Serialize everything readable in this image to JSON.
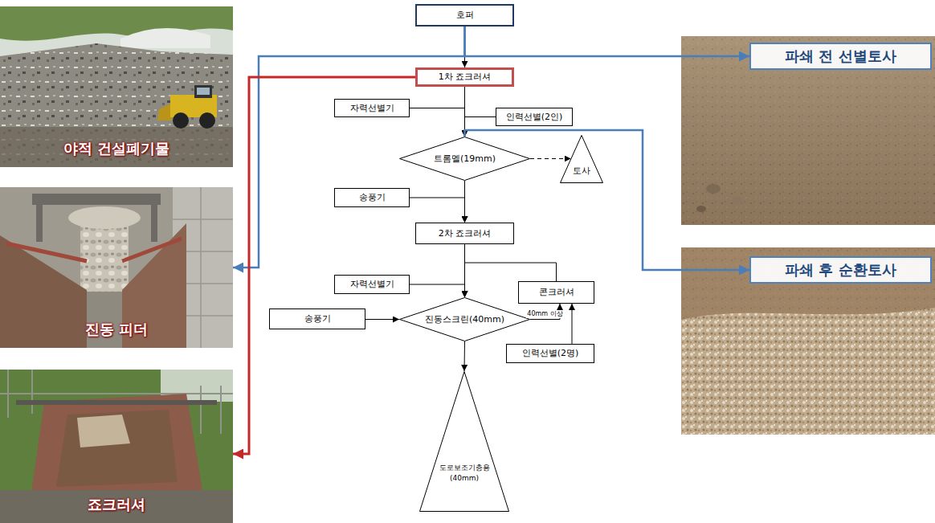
{
  "diagram": {
    "nodes": [
      {
        "text": [
          "야적 건설폐기물"
        ]
      },
      {
        "text": [
          "진동 피더"
        ]
      },
      {
        "text": [
          "죠크러셔"
        ]
      },
      {
        "text": [
          "호퍼"
        ]
      },
      {
        "text": [
          "1차 죠크러셔"
        ]
      },
      {
        "text": [
          "자력선별기"
        ]
      },
      {
        "text": [
          "인력선별(2인)"
        ]
      },
      {
        "text": [
          "트롬멜(19mm)"
        ]
      },
      {
        "text": [
          "토사"
        ]
      },
      {
        "text": [
          "송풍기"
        ]
      },
      {
        "text": [
          "2차 죠크러셔"
        ]
      },
      {
        "text": [
          "자력선별기"
        ]
      },
      {
        "text": [
          "콘크러셔"
        ]
      },
      {
        "text": [
          "송풍기"
        ]
      },
      {
        "text": [
          "진동스크린(40mm)"
        ]
      },
      {
        "text": [
          "인력선별(2명)"
        ]
      },
      {
        "text": [
          "도로보조기층용 (40mm)"
        ]
      },
      {
        "text": [
          "파쇄 전 선별토사"
        ]
      },
      {
        "text": [
          "파쇄 후 순환토사"
        ]
      }
    ],
    "edges": [
      {
        "from": 3,
        "to": 4,
        "arrow": "to"
      },
      {
        "from": 3,
        "to": 17,
        "arrow": "to"
      },
      {
        "from": 3,
        "to": 1,
        "arrow": "to"
      },
      {
        "from": 4,
        "to": 2,
        "arrow": "to"
      },
      {
        "from": 4,
        "to": 7,
        "arrow": "to"
      },
      {
        "from": 5,
        "to": 7,
        "arrow": "to"
      },
      {
        "from": 6,
        "to": 7,
        "arrow": "to"
      },
      {
        "from": 7,
        "to": 18,
        "arrow": "to"
      },
      {
        "from": 7,
        "to": 8,
        "arrow": "to"
      },
      {
        "from": 7,
        "to": 10,
        "arrow": "to"
      },
      {
        "from": 9,
        "to": 10,
        "arrow": "to"
      },
      {
        "from": 10,
        "to": 14,
        "arrow": "to"
      },
      {
        "from": 11,
        "to": 14,
        "arrow": "to"
      },
      {
        "from": 13,
        "to": 14,
        "arrow": "to"
      },
      {
        "from": 14,
        "to": 12,
        "label": "40mm 이상",
        "arrow": "to"
      },
      {
        "from": 15,
        "to": 12,
        "arrow": "to"
      },
      {
        "from": 12,
        "to": 14,
        "arrow": "to"
      },
      {
        "from": 14,
        "to": 16,
        "arrow": "to"
      }
    ]
  }
}
